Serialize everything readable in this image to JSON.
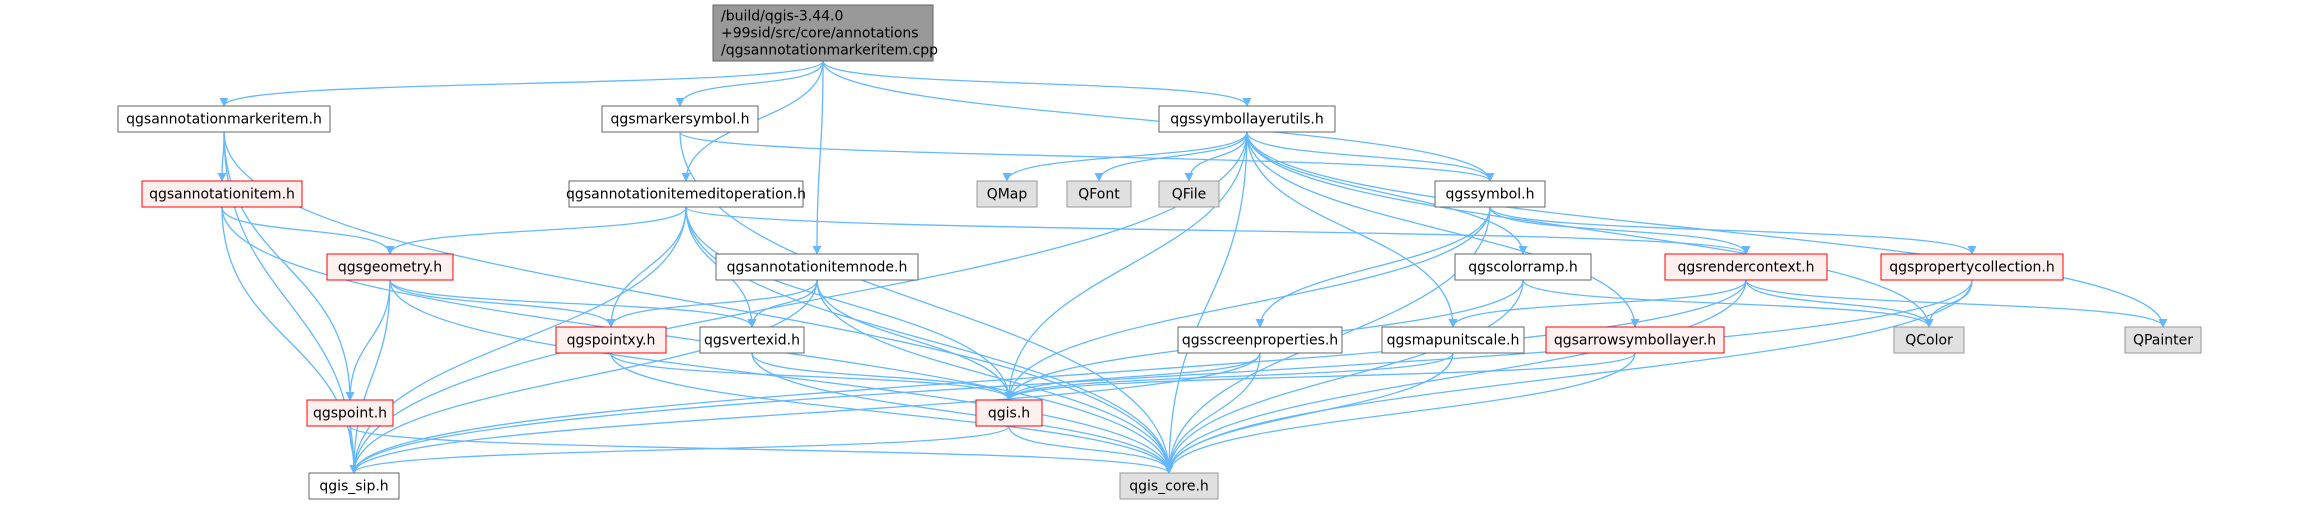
{
  "colors": {
    "edge": "#63b8ff",
    "root_fill": "#999999",
    "root_stroke": "#666666",
    "node_fill": "#ffffff",
    "node_stroke": "#666666",
    "external_fill": "#e0e0e0",
    "external_stroke": "#999999",
    "undocumented_fill": "#fff0f0",
    "undocumented_stroke": "#ff0000",
    "text": "#000000"
  },
  "nodes": [
    {
      "id": "root",
      "kind": "root",
      "lines": [
        "/build/qgis-3.44.0",
        "+99sid/src/core/annotations",
        "/qgsannotationmarkeritem.cpp"
      ]
    },
    {
      "id": "markeritem_h",
      "kind": "documented",
      "lines": [
        "qgsannotationmarkeritem.h"
      ]
    },
    {
      "id": "markersymbol_h",
      "kind": "documented",
      "lines": [
        "qgsmarkersymbol.h"
      ]
    },
    {
      "id": "symbollayerutils_h",
      "kind": "documented",
      "lines": [
        "qgssymbollayerutils.h"
      ]
    },
    {
      "id": "annotationitem_h",
      "kind": "undocumented",
      "lines": [
        "qgsannotationitem.h"
      ]
    },
    {
      "id": "editoperation_h",
      "kind": "documented",
      "lines": [
        "qgsannotationitemeditoperation.h"
      ]
    },
    {
      "id": "qmap",
      "kind": "external",
      "lines": [
        "QMap"
      ]
    },
    {
      "id": "qfont",
      "kind": "external",
      "lines": [
        "QFont"
      ]
    },
    {
      "id": "qfile",
      "kind": "external",
      "lines": [
        "QFile"
      ]
    },
    {
      "id": "symbol_h",
      "kind": "documented",
      "lines": [
        "qgssymbol.h"
      ]
    },
    {
      "id": "geometry_h",
      "kind": "undocumented",
      "lines": [
        "qgsgeometry.h"
      ]
    },
    {
      "id": "itemnode_h",
      "kind": "documented",
      "lines": [
        "qgsannotationitemnode.h"
      ]
    },
    {
      "id": "colorramp_h",
      "kind": "documented",
      "lines": [
        "qgscolorramp.h"
      ]
    },
    {
      "id": "rendercontext_h",
      "kind": "undocumented",
      "lines": [
        "qgsrendercontext.h"
      ]
    },
    {
      "id": "propertycollection_h",
      "kind": "undocumented",
      "lines": [
        "qgspropertycollection.h"
      ]
    },
    {
      "id": "pointxy_h",
      "kind": "undocumented",
      "lines": [
        "qgspointxy.h"
      ]
    },
    {
      "id": "vertexid_h",
      "kind": "documented",
      "lines": [
        "qgsvertexid.h"
      ]
    },
    {
      "id": "screenproperties_h",
      "kind": "documented",
      "lines": [
        "qgsscreenproperties.h"
      ]
    },
    {
      "id": "mapunitscale_h",
      "kind": "documented",
      "lines": [
        "qgsmapunitscale.h"
      ]
    },
    {
      "id": "arrowsymbollayer_h",
      "kind": "undocumented",
      "lines": [
        "qgsarrowsymbollayer.h"
      ]
    },
    {
      "id": "qcolor",
      "kind": "external",
      "lines": [
        "QColor"
      ]
    },
    {
      "id": "qpainter",
      "kind": "external",
      "lines": [
        "QPainter"
      ]
    },
    {
      "id": "point_h",
      "kind": "undocumented",
      "lines": [
        "qgspoint.h"
      ]
    },
    {
      "id": "qgis_h",
      "kind": "undocumented",
      "lines": [
        "qgis.h"
      ]
    },
    {
      "id": "qgis_sip_h",
      "kind": "documented",
      "lines": [
        "qgis_sip.h"
      ]
    },
    {
      "id": "qgis_core_h",
      "kind": "external",
      "lines": [
        "qgis_core.h"
      ]
    }
  ],
  "edges": [
    {
      "from": "root",
      "to": "markeritem_h"
    },
    {
      "from": "root",
      "to": "markersymbol_h"
    },
    {
      "from": "root",
      "to": "symbollayerutils_h"
    },
    {
      "from": "root",
      "to": "editoperation_h"
    },
    {
      "from": "root",
      "to": "itemnode_h"
    },
    {
      "from": "root",
      "to": "symbol_h"
    },
    {
      "from": "markeritem_h",
      "to": "annotationitem_h"
    },
    {
      "from": "markeritem_h",
      "to": "qgis_sip_h"
    },
    {
      "from": "markeritem_h",
      "to": "qgis_core_h"
    },
    {
      "from": "markeritem_h",
      "to": "point_h"
    },
    {
      "from": "markersymbol_h",
      "to": "symbol_h"
    },
    {
      "from": "markersymbol_h",
      "to": "qgis_core_h"
    },
    {
      "from": "symbollayerutils_h",
      "to": "qmap"
    },
    {
      "from": "symbollayerutils_h",
      "to": "qfont"
    },
    {
      "from": "symbollayerutils_h",
      "to": "qfile"
    },
    {
      "from": "symbollayerutils_h",
      "to": "symbol_h"
    },
    {
      "from": "symbollayerutils_h",
      "to": "colorramp_h"
    },
    {
      "from": "symbollayerutils_h",
      "to": "mapunitscale_h"
    },
    {
      "from": "symbollayerutils_h",
      "to": "arrowsymbollayer_h"
    },
    {
      "from": "symbollayerutils_h",
      "to": "qcolor"
    },
    {
      "from": "symbollayerutils_h",
      "to": "qpainter"
    },
    {
      "from": "symbollayerutils_h",
      "to": "qgis_h"
    },
    {
      "from": "symbollayerutils_h",
      "to": "qgis_sip_h"
    },
    {
      "from": "symbollayerutils_h",
      "to": "qgis_core_h"
    },
    {
      "from": "annotationitem_h",
      "to": "geometry_h"
    },
    {
      "from": "annotationitem_h",
      "to": "qgis_sip_h"
    },
    {
      "from": "annotationitem_h",
      "to": "qgis_core_h"
    },
    {
      "from": "editoperation_h",
      "to": "geometry_h"
    },
    {
      "from": "editoperation_h",
      "to": "pointxy_h"
    },
    {
      "from": "editoperation_h",
      "to": "vertexid_h"
    },
    {
      "from": "editoperation_h",
      "to": "rendercontext_h"
    },
    {
      "from": "editoperation_h",
      "to": "qgis_h"
    },
    {
      "from": "editoperation_h",
      "to": "qgis_sip_h"
    },
    {
      "from": "editoperation_h",
      "to": "qgis_core_h"
    },
    {
      "from": "symbol_h",
      "to": "rendercontext_h"
    },
    {
      "from": "symbol_h",
      "to": "propertycollection_h"
    },
    {
      "from": "symbol_h",
      "to": "screenproperties_h"
    },
    {
      "from": "symbol_h",
      "to": "qgis_h"
    },
    {
      "from": "symbol_h",
      "to": "qgis_core_h"
    },
    {
      "from": "geometry_h",
      "to": "pointxy_h"
    },
    {
      "from": "geometry_h",
      "to": "vertexid_h"
    },
    {
      "from": "geometry_h",
      "to": "point_h"
    },
    {
      "from": "geometry_h",
      "to": "qgis_sip_h"
    },
    {
      "from": "geometry_h",
      "to": "qgis_core_h"
    },
    {
      "from": "itemnode_h",
      "to": "pointxy_h"
    },
    {
      "from": "itemnode_h",
      "to": "vertexid_h"
    },
    {
      "from": "itemnode_h",
      "to": "qgis_h"
    },
    {
      "from": "itemnode_h",
      "to": "qgis_sip_h"
    },
    {
      "from": "itemnode_h",
      "to": "qgis_core_h"
    },
    {
      "from": "colorramp_h",
      "to": "qcolor"
    },
    {
      "from": "colorramp_h",
      "to": "qgis_h"
    },
    {
      "from": "colorramp_h",
      "to": "qgis_core_h"
    },
    {
      "from": "rendercontext_h",
      "to": "qcolor"
    },
    {
      "from": "rendercontext_h",
      "to": "qpainter"
    },
    {
      "from": "rendercontext_h",
      "to": "mapunitscale_h"
    },
    {
      "from": "rendercontext_h",
      "to": "qgis_sip_h"
    },
    {
      "from": "rendercontext_h",
      "to": "qgis_core_h"
    },
    {
      "from": "propertycollection_h",
      "to": "qcolor"
    },
    {
      "from": "propertycollection_h",
      "to": "qgis_sip_h"
    },
    {
      "from": "propertycollection_h",
      "to": "qgis_core_h"
    },
    {
      "from": "pointxy_h",
      "to": "qgis_h"
    },
    {
      "from": "pointxy_h",
      "to": "qgis_core_h"
    },
    {
      "from": "vertexid_h",
      "to": "qgis_h"
    },
    {
      "from": "vertexid_h",
      "to": "qgis_core_h"
    },
    {
      "from": "screenproperties_h",
      "to": "qgis_h"
    },
    {
      "from": "screenproperties_h",
      "to": "qgis_sip_h"
    },
    {
      "from": "screenproperties_h",
      "to": "qgis_core_h"
    },
    {
      "from": "mapunitscale_h",
      "to": "qgis_h"
    },
    {
      "from": "mapunitscale_h",
      "to": "qgis_core_h"
    },
    {
      "from": "arrowsymbollayer_h",
      "to": "qgis_h"
    },
    {
      "from": "arrowsymbollayer_h",
      "to": "qgis_core_h"
    },
    {
      "from": "point_h",
      "to": "qgis_sip_h"
    },
    {
      "from": "point_h",
      "to": "qgis_core_h"
    },
    {
      "from": "qgis_h",
      "to": "qgis_sip_h"
    },
    {
      "from": "qgis_h",
      "to": "qgis_core_h"
    }
  ]
}
